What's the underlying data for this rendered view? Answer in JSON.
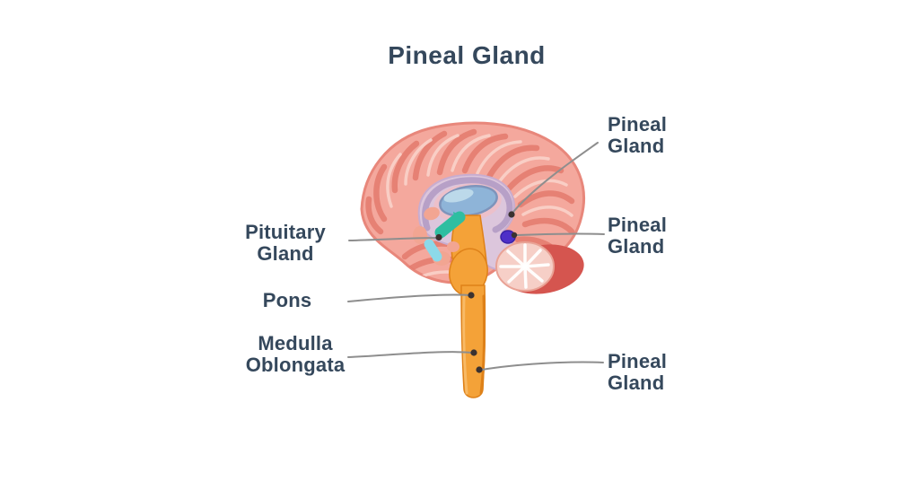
{
  "title": "Pineal Gland",
  "labels": {
    "pituitary": {
      "line1": "Pituitary",
      "line2": "Gland"
    },
    "pons": {
      "text": "Pons"
    },
    "medulla": {
      "line1": "Medulla",
      "line2": "Oblongata"
    },
    "pineal_top": {
      "line1": "Pineal",
      "line2": "Gland"
    },
    "pineal_mid": {
      "line1": "Pineal",
      "line2": "Gland"
    },
    "pineal_bottom": {
      "line1": "Pineal",
      "line2": "Gland"
    }
  },
  "colors": {
    "label_text": "#35485C",
    "leader_line": "#8E8E8E",
    "dot": "#3B3230",
    "cerebrum": "#F4A89D",
    "cerebrum_outline": "#E8877B",
    "gyri": "#E37A6D",
    "gyri_highlight": "#F9D2CA",
    "corpus_callosum": "#B7A0C7",
    "inner_region": "#DCC6DC",
    "thalamus_band": "#ECC0CA",
    "thalamus": "#8EB4D8",
    "thalamus_highlight": "#BCD9EA",
    "hypothalamus_teal": "#2EBEA1",
    "cyan_structure": "#8CD9E9",
    "salmon_blob": "#F2A592",
    "brainstem": "#F4A238",
    "brainstem_edge": "#DE8119",
    "cerebellum_dark": "#D5554F",
    "cerebellum_light": "#F6CFC7",
    "cerebellum_tree": "#FFFFFF",
    "pineal_gland": "#4E2FC8"
  }
}
